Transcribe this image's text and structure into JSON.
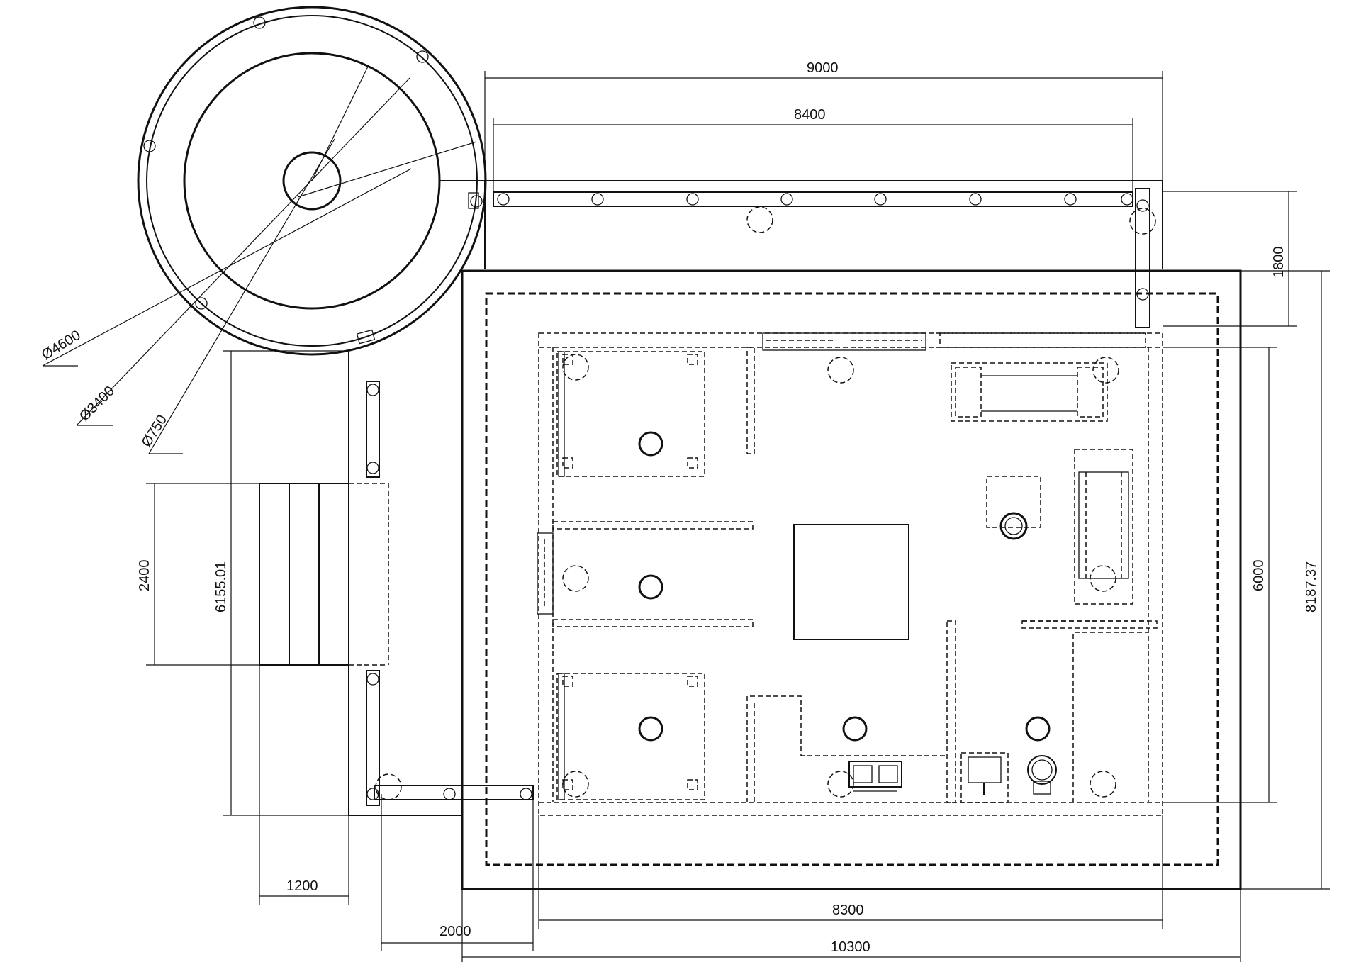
{
  "drawing": {
    "dimensions": {
      "top_overall": "9000",
      "top_inner": "8400",
      "right_top": "1800",
      "right_inner": "6000",
      "right_overall": "8187.37",
      "left_overall": "6155.01",
      "left_entry": "2400",
      "bottom_left": "1200",
      "bottom_mid": "2000",
      "bottom_inner": "8300",
      "bottom_overall": "10300"
    },
    "diameters": {
      "outer": "Ø4600",
      "mid": "Ø3400",
      "inner": "Ø750"
    }
  }
}
